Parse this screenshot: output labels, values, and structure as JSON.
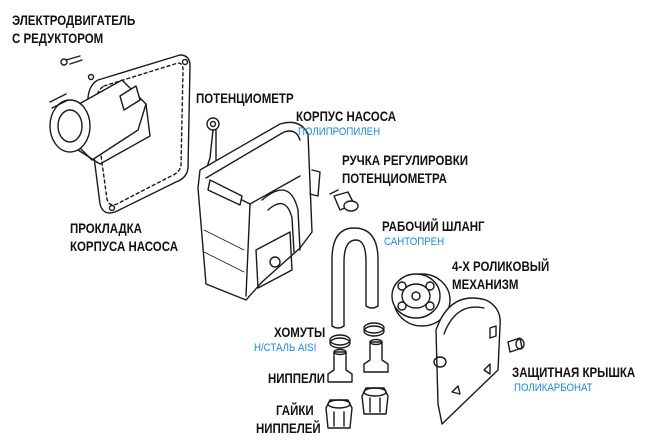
{
  "labels": {
    "motor": [
      "ЭЛЕКТРОДВИГАТЕЛЬ",
      "С РЕДУКТОРОМ"
    ],
    "potentiometer": "ПОТЕНЦИОМЕТР",
    "pump_body": "КОРПУС НАСОСА",
    "pump_body_material": "ПОЛИПРОПИЛЕН",
    "knob": [
      "РУЧКА РЕГУЛИРОВКИ",
      "ПОТЕНЦИОМЕТРА"
    ],
    "gasket": [
      "ПРОКЛАДКА",
      "КОРПУСА НАСОСА"
    ],
    "hose": "РАБОЧИЙ ШЛАНГ",
    "hose_material": "САНТОПРЕН",
    "roller": [
      "4-Х РОЛИКОВЫЙ",
      "МЕХАНИЗМ"
    ],
    "clamps": "ХОМУТЫ",
    "clamps_material": "Н/СТАЛЬ AISI",
    "nipples": "НИППЕЛИ",
    "nuts": [
      "ГАЙКИ",
      "НИППЕЛЕЙ"
    ],
    "cover": "ЗАЩИТНАЯ КРЫШКА",
    "cover_material": "ПОЛИКАРБОНАТ"
  },
  "colors": {
    "label": "#111111",
    "material": "#1a8ad4",
    "line": "#1a1a1a"
  }
}
